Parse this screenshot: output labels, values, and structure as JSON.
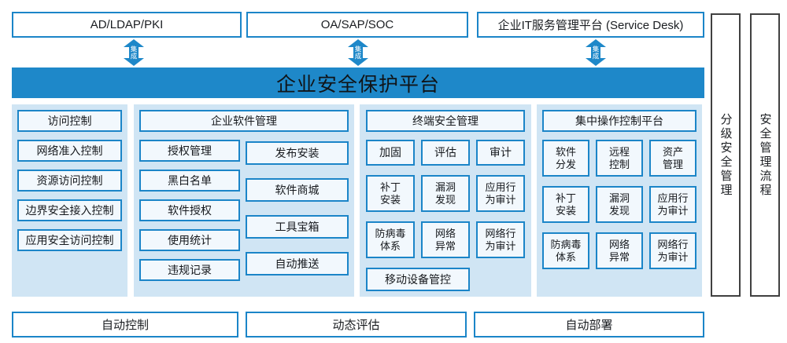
{
  "colors": {
    "accent_blue": "#1b85c8",
    "banner_blue": "#1e88c9",
    "panel_background": "#d0e5f4",
    "cell_background": "#f2f8fd",
    "sidebar_border": "#404040"
  },
  "top_systems": {
    "s1": "AD/LDAP/PKI",
    "s2": "OA/SAP/SOC",
    "s3": "企业IT服务管理平台 (Service Desk)"
  },
  "integration": {
    "char1": "集",
    "char2": "成"
  },
  "banner": {
    "title": "企业安全保护平台"
  },
  "panels": {
    "access": {
      "items": [
        "访问控制",
        "网络准入控制",
        "资源访问控制",
        "边界安全接入控制",
        "应用安全访问控制"
      ]
    },
    "software": {
      "header": "企业软件管理",
      "left": [
        "授权管理",
        "黑白名单",
        "软件授权",
        "使用统计",
        "违规记录"
      ],
      "right": [
        "发布安装",
        "软件商城",
        "工具宝箱",
        "自动推送"
      ]
    },
    "terminal": {
      "header": "终端安全管理",
      "row1": [
        "加固",
        "评估",
        "审计"
      ],
      "row2": [
        "补丁\n安装",
        "漏洞\n发现",
        "应用行\n为审计"
      ],
      "row3": [
        "防病毒\n体系",
        "网络\n异常",
        "网络行\n为审计"
      ],
      "wide": "移动设备管控"
    },
    "central": {
      "header": "集中操作控制平台",
      "row1": [
        "软件\n分发",
        "远程\n控制",
        "资产\n管理"
      ],
      "row2": [
        "补丁\n安装",
        "漏洞\n发现",
        "应用行\n为审计"
      ],
      "row3": [
        "防病毒\n体系",
        "网络\n异常",
        "网络行\n为审计"
      ]
    }
  },
  "sidebars": {
    "s1": "分级安全管理",
    "s2": "安全管理流程"
  },
  "bottom": {
    "b1": "自动控制",
    "b2": "动态评估",
    "b3": "自动部署"
  }
}
